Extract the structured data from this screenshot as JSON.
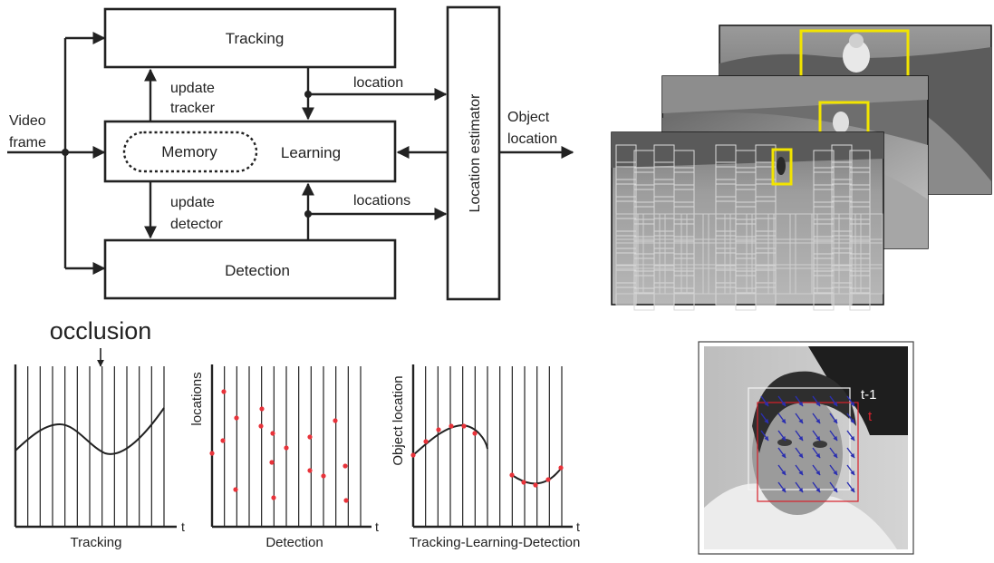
{
  "flow": {
    "tracking": "Tracking",
    "memory": "Memory",
    "learning": "Learning",
    "detection": "Detection",
    "estimator": "Location estimator",
    "input_line1": "Video",
    "input_line2": "frame",
    "output_line1": "Object",
    "output_line2": "location",
    "update_tracker_line1": "update",
    "update_tracker_line2": "tracker",
    "update_detector_line1": "update",
    "update_detector_line2": "detector",
    "location": "location",
    "locations": "locations"
  },
  "occlusion": "occlusion",
  "plots": {
    "tracking": {
      "title": "Tracking",
      "xlabel": "t",
      "ylabel": ""
    },
    "detection": {
      "title": "Detection",
      "xlabel": "t",
      "ylabel": "locations"
    },
    "tld": {
      "title": "Tracking-Learning-Detection",
      "xlabel": "t",
      "ylabel": "Object location"
    }
  },
  "face": {
    "prev_label": "t-1",
    "curr_label": "t"
  },
  "colors": {
    "stroke": "#222222",
    "detection_point": "#e8333a",
    "highlight_box": "#f2e400",
    "flow_arrow": "#2b2fb0",
    "curr_box": "#d8202a"
  }
}
